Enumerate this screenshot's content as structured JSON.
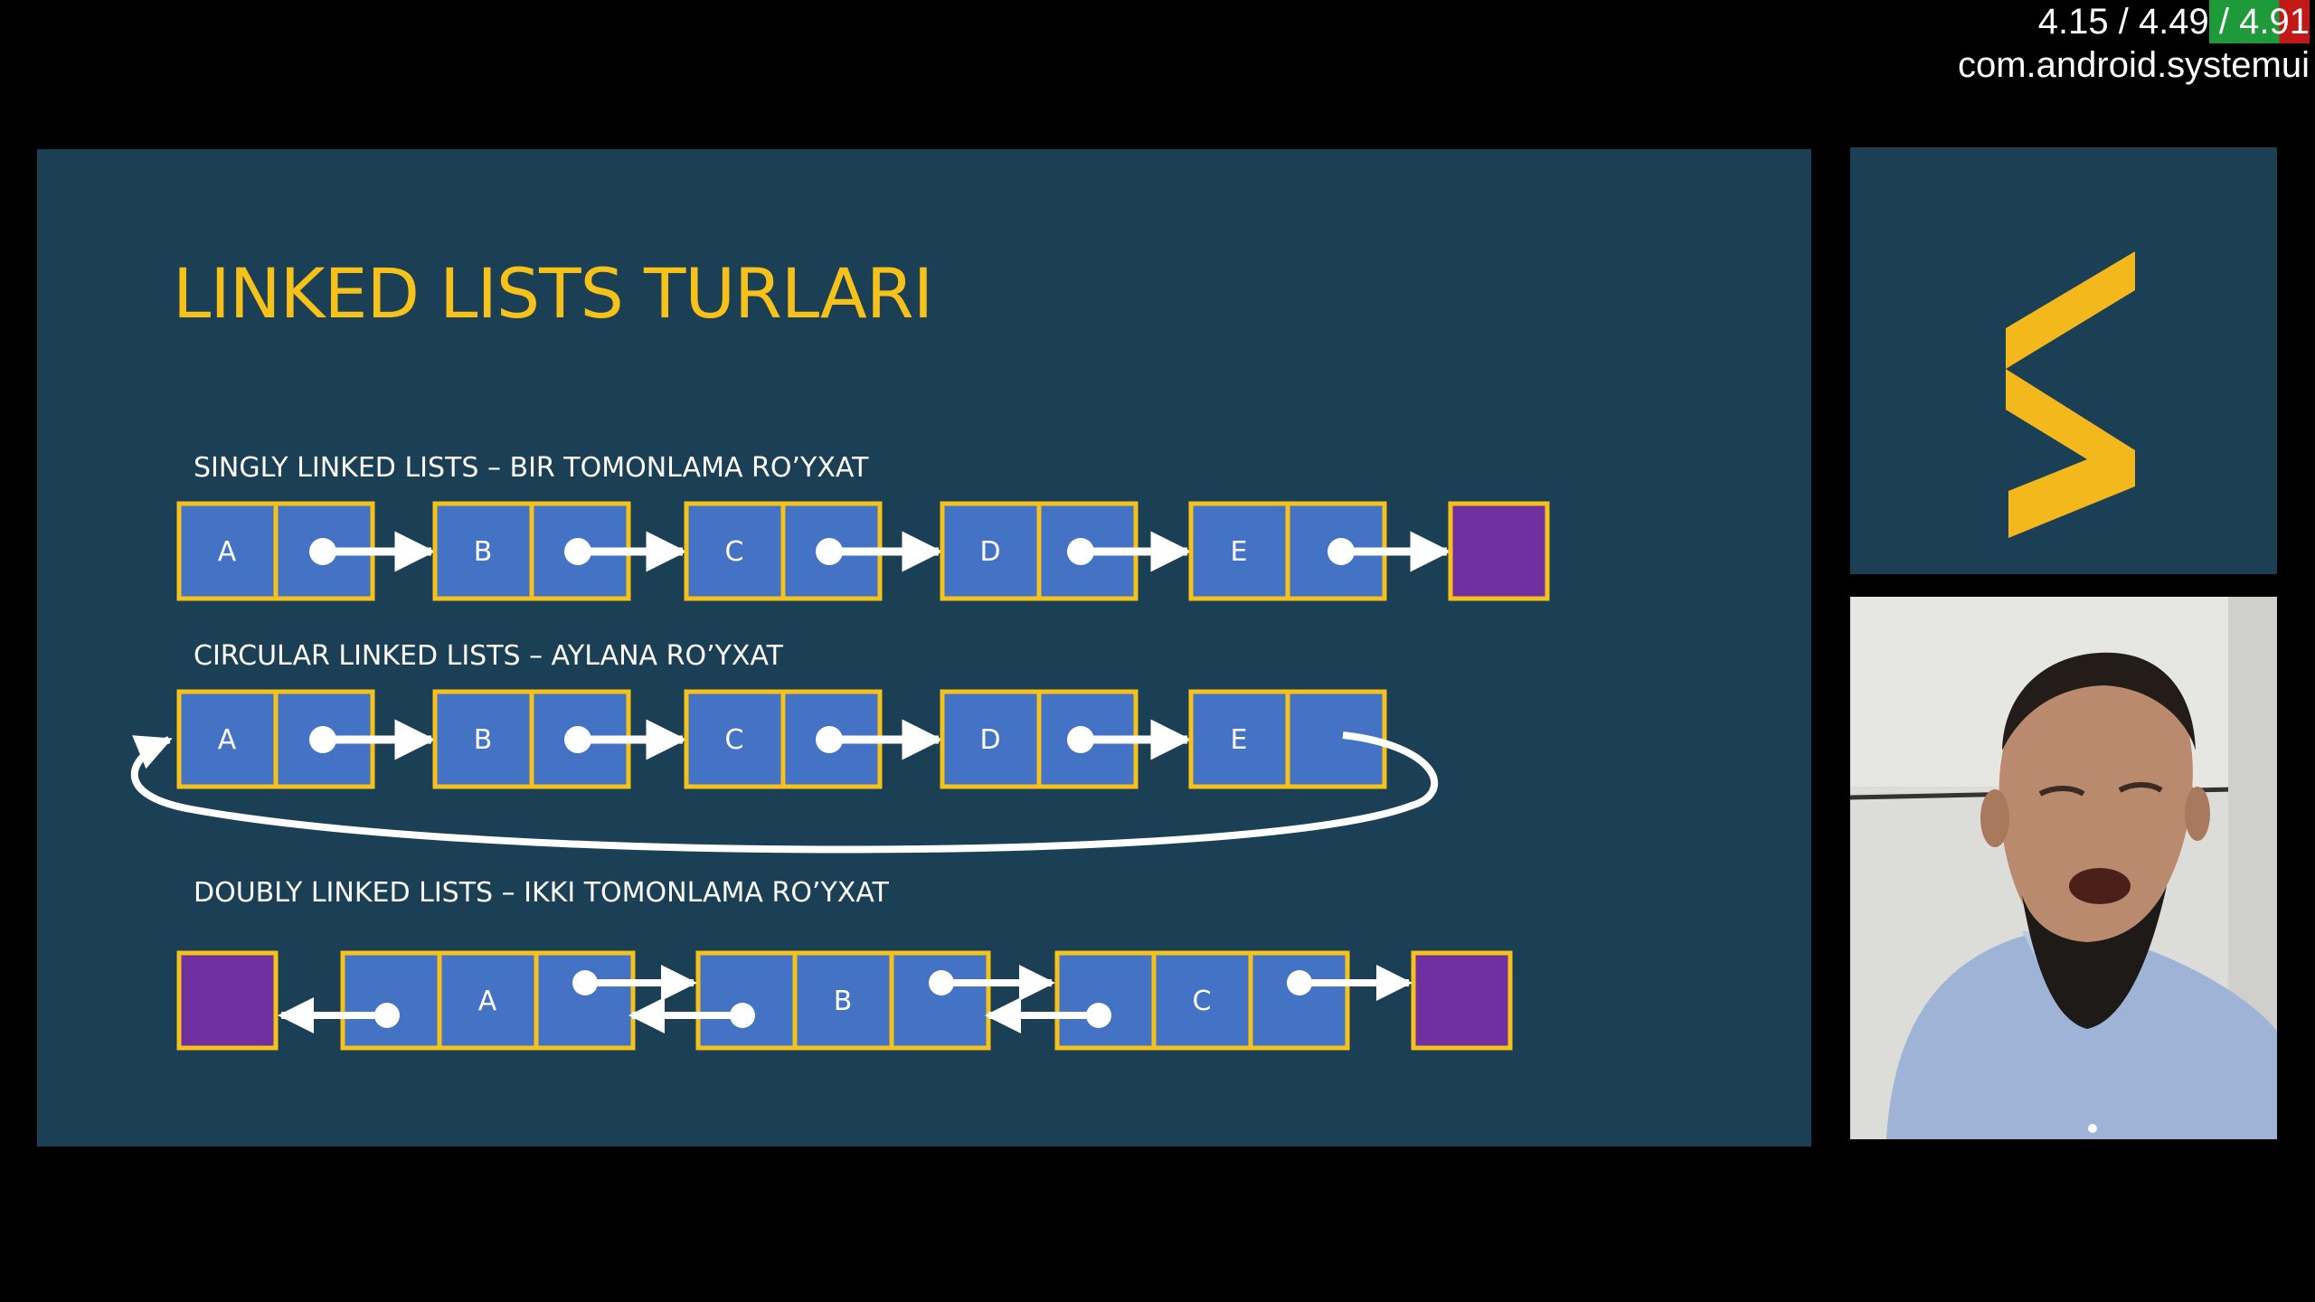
{
  "overlay": {
    "metric_a": "4.15",
    "metric_b": "4.49",
    "metric_c": "4.91",
    "separator": " / ",
    "package": "com.android.systemui"
  },
  "slide": {
    "title": "LINKED LISTS TURLARI",
    "singly": {
      "label": "SINGLY LINKED LISTS – BIR TOMONLAMA RO’YXAT",
      "nodes": [
        "A",
        "B",
        "C",
        "D",
        "E"
      ]
    },
    "circular": {
      "label": "CIRCULAR LINKED LISTS – AYLANA RO’YXAT",
      "nodes": [
        "A",
        "B",
        "C",
        "D",
        "E"
      ]
    },
    "doubly": {
      "label": "DOUBLY LINKED LISTS – IKKI TOMONLAMA RO’YXAT",
      "nodes": [
        "A",
        "B",
        "C"
      ]
    }
  },
  "colors": {
    "slide_bg": "#1b3f55",
    "node_fill": "#4472c4",
    "node_border": "#f6c21a",
    "terminal_fill": "#7030a0",
    "title": "#f6c21a",
    "arrow": "#ffffff"
  },
  "logo": {
    "icon": "chevron-right-logo-icon"
  },
  "webcam": {
    "icon": "presenter-video"
  }
}
